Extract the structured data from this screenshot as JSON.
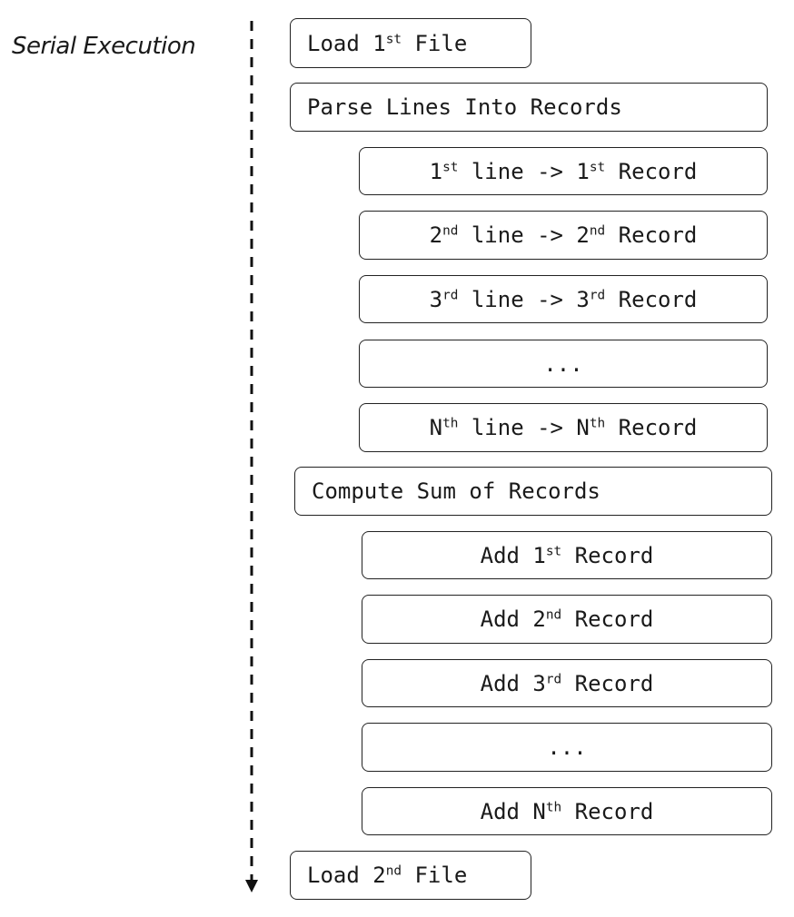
{
  "title": "Serial Execution",
  "steps": {
    "load_first": {
      "a": "Load 1",
      "a_sup": "st",
      "b": " File"
    },
    "parse": "Parse Lines Into Records",
    "line1": {
      "a": "1",
      "a_sup": "st",
      "b": " line -> 1",
      "b_sup": "st",
      "c": " Record"
    },
    "line2": {
      "a": "2",
      "a_sup": "nd",
      "b": " line -> 2",
      "b_sup": "nd",
      "c": " Record"
    },
    "line3": {
      "a": "3",
      "a_sup": "rd",
      "b": " line -> 3",
      "b_sup": "rd",
      "c": " Record"
    },
    "line_ellipsis": "...",
    "lineN": {
      "a": "N",
      "a_sup": "th",
      "b": " line -> N",
      "b_sup": "th",
      "c": " Record"
    },
    "compute": "Compute Sum of Records",
    "add1": {
      "a": "Add 1",
      "a_sup": "st",
      "b": " Record"
    },
    "add2": {
      "a": "Add 2",
      "a_sup": "nd",
      "b": " Record"
    },
    "add3": {
      "a": "Add 3",
      "a_sup": "rd",
      "b": " Record"
    },
    "add_ellipsis": "...",
    "addN": {
      "a": "Add N",
      "a_sup": "th",
      "b": " Record"
    },
    "load_second": {
      "a": "Load 2",
      "a_sup": "nd",
      "b": " File"
    }
  }
}
